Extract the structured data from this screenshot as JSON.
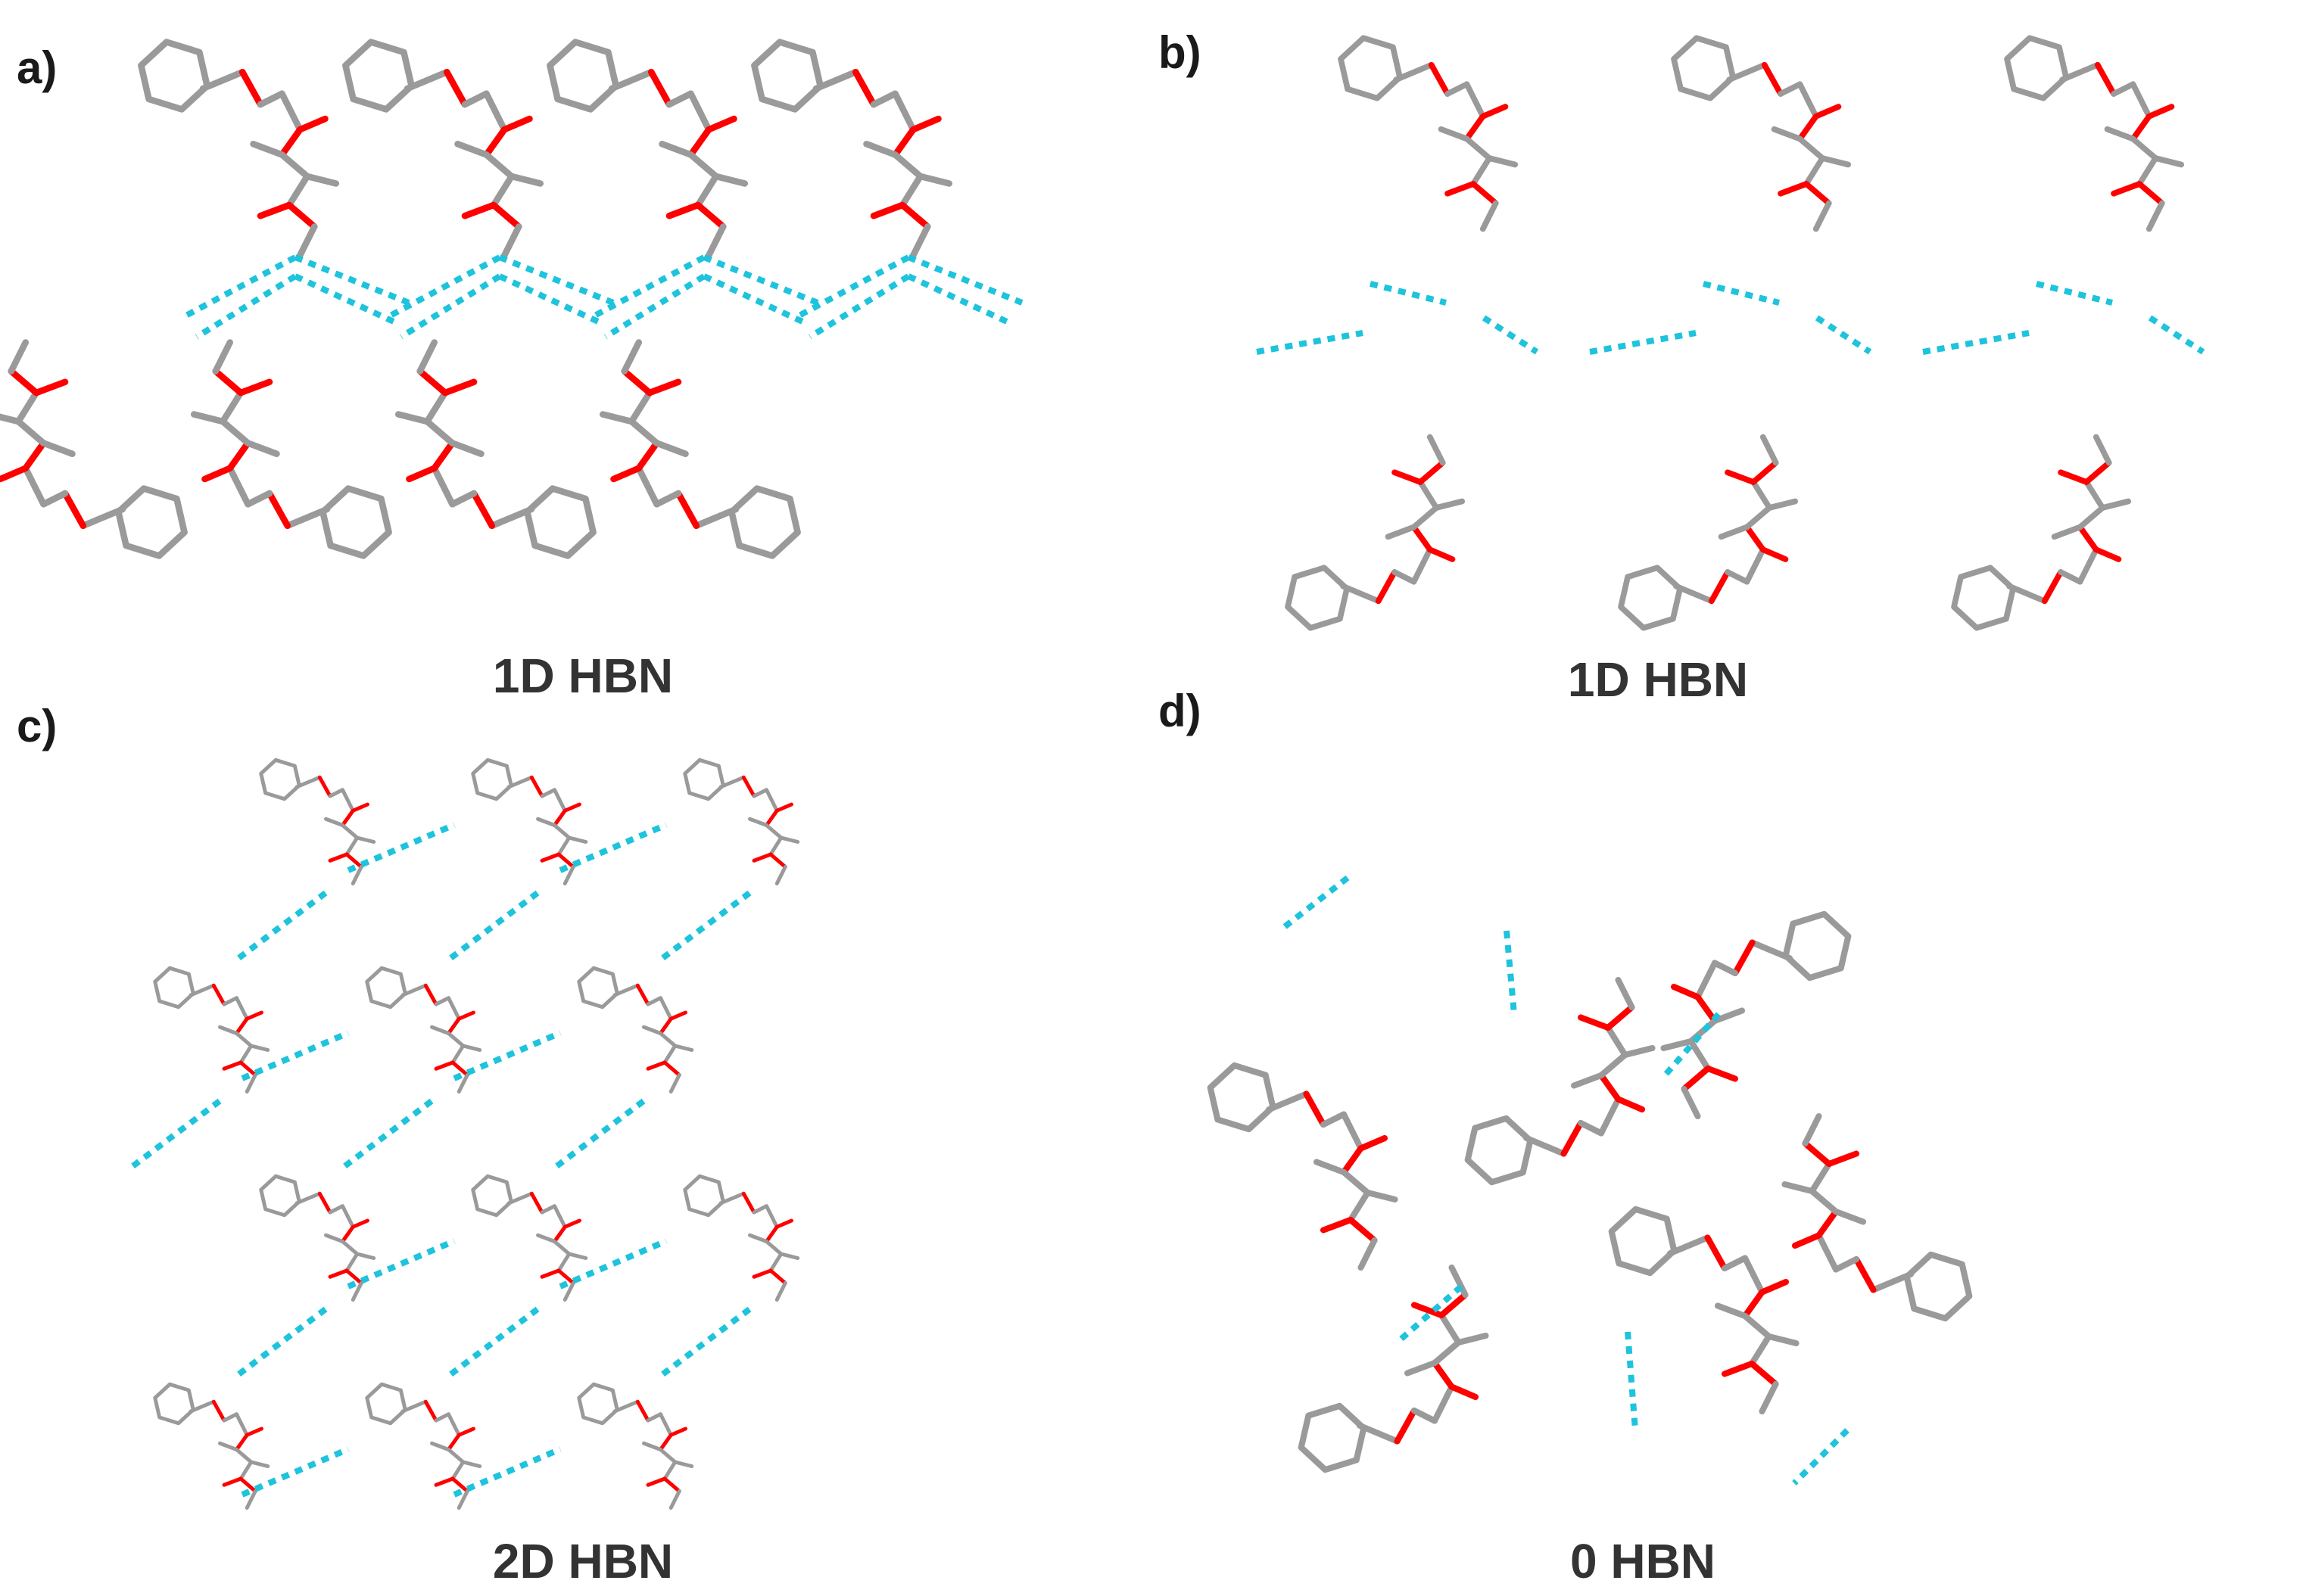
{
  "figure": {
    "panels": [
      {
        "id": "a",
        "label": "a)",
        "caption": "1D HBN"
      },
      {
        "id": "b",
        "label": "b)",
        "caption": "1D HBN"
      },
      {
        "id": "c",
        "label": "c)",
        "caption": "2D HBN"
      },
      {
        "id": "d",
        "label": "d)",
        "caption": "0 HBN"
      }
    ],
    "colors": {
      "carbon_bond": "#9a9a9a",
      "oxygen_bond": "#ff0000",
      "hydrogen_bond": "#1ec3dc",
      "text": "#333333"
    }
  }
}
